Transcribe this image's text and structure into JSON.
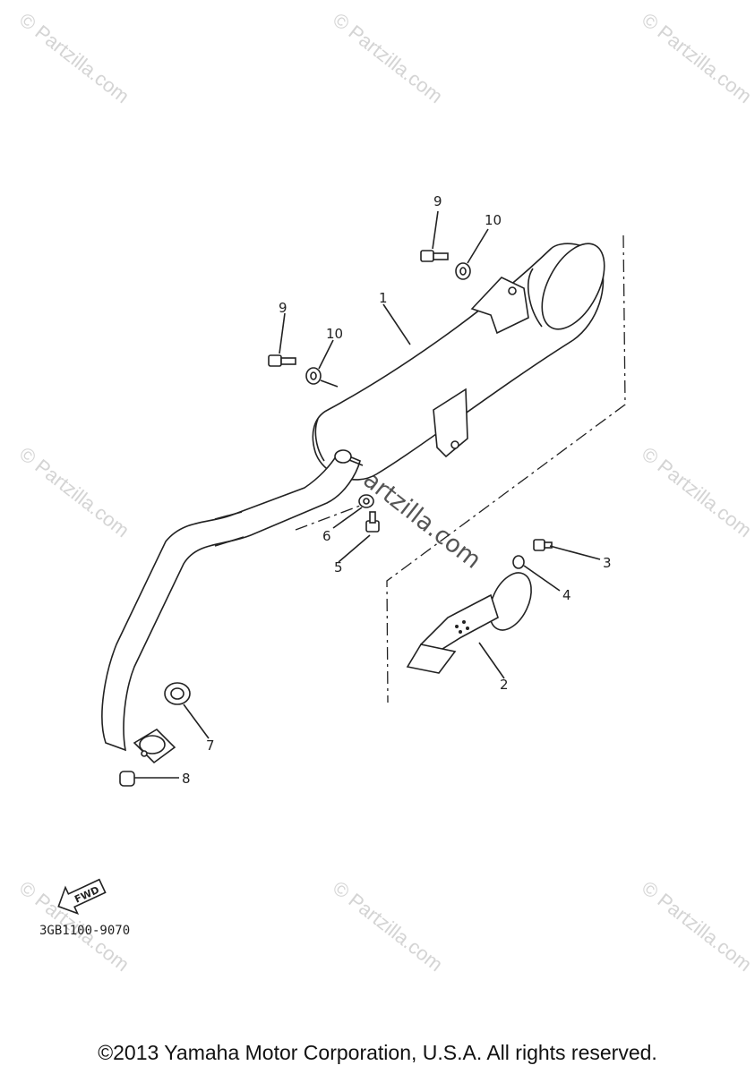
{
  "watermark": {
    "text": "© Partzilla.com",
    "center_text": "Partzilla.com"
  },
  "callouts": {
    "p1": "1",
    "p2": "2",
    "p3": "3",
    "p4": "4",
    "p5": "5",
    "p6": "6",
    "p7": "7",
    "p8": "8",
    "p9a": "9",
    "p9b": "9",
    "p10a": "10",
    "p10b": "10"
  },
  "fwd_label": "FWD",
  "diagram_code": "3GB1100-9070",
  "copyright": "©2013 Yamaha Motor Corporation, U.S.A. All rights reserved."
}
